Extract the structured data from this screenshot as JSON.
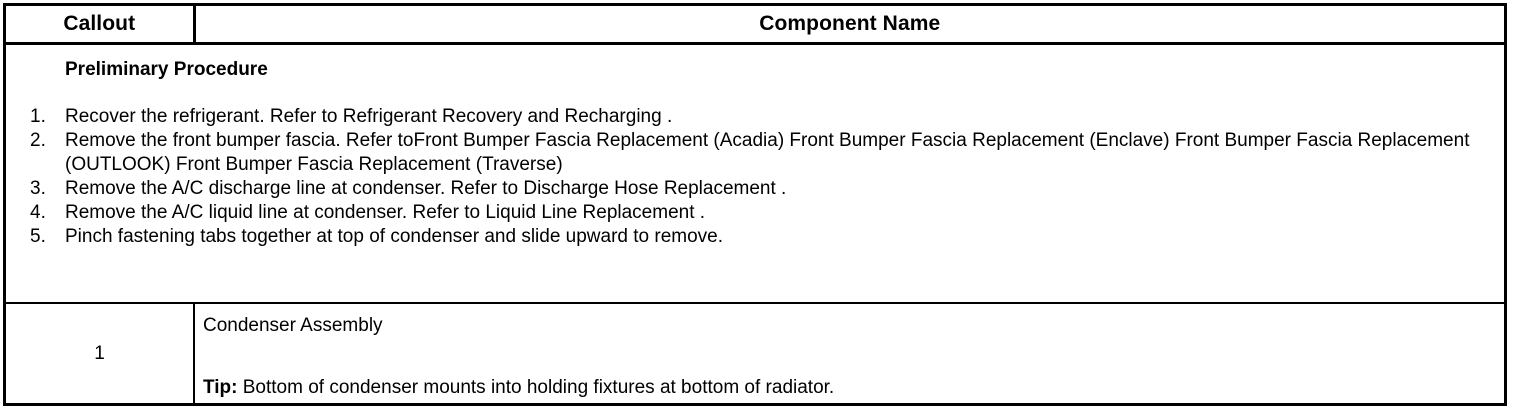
{
  "table": {
    "headers": {
      "callout": "Callout",
      "component_name": "Component Name"
    },
    "preliminary": {
      "title": "Preliminary Procedure",
      "steps": [
        {
          "num": "1.",
          "text": "Recover the refrigerant. Refer to Refrigerant Recovery and Recharging ."
        },
        {
          "num": "2.",
          "text": "Remove the front bumper fascia. Refer toFront Bumper Fascia Replacement (Acadia) Front Bumper Fascia Replacement (Enclave) Front Bumper Fascia Replacement (OUTLOOK) Front Bumper Fascia Replacement (Traverse)"
        },
        {
          "num": "3.",
          "text": "Remove the A/C discharge line at condenser. Refer to Discharge Hose Replacement ."
        },
        {
          "num": "4.",
          "text": "Remove the A/C liquid line at condenser. Refer to Liquid Line Replacement ."
        },
        {
          "num": "5.",
          "text": "Pinch fastening tabs together at top of condenser and slide upward to remove."
        }
      ]
    },
    "rows": [
      {
        "callout": "1",
        "name": "Condenser Assembly",
        "tip_label": "Tip:",
        "tip_text": " Bottom of condenser mounts into holding fixtures at bottom of radiator."
      }
    ]
  },
  "colors": {
    "border": "#000000",
    "text": "#000000",
    "background": "#ffffff"
  }
}
